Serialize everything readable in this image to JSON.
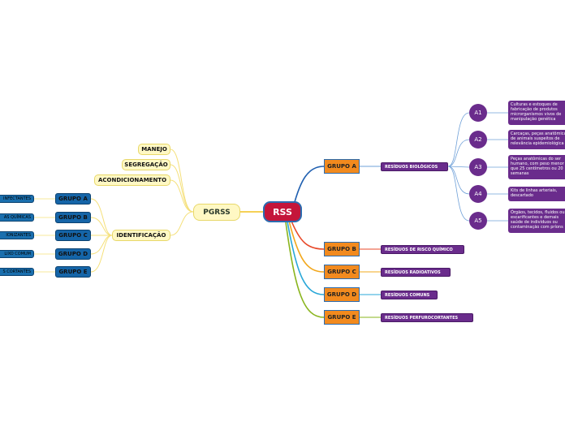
{
  "root": "RSS",
  "pgrss": "PGRSS",
  "left_branches": {
    "manejo": "MANEJO",
    "segregacao": "SEGREGAÇÃO",
    "acondicionamento": "ACONDICIONAMENTO",
    "identificacao": "IDENTIFICAÇÃO"
  },
  "left_groups": [
    "GRUPO A",
    "GRUPO B",
    "GRUPO C",
    "GRUPO D",
    "GRUPO E"
  ],
  "left_leaves": [
    "INFECTANTES",
    "AS QUÍMICAS",
    "IONIZANTES",
    "LIXO COMUM",
    "S CORTANTES"
  ],
  "right_groups": [
    {
      "label": "GRUPO A",
      "desc": "RESÍDUOS BIOLÓGICOS"
    },
    {
      "label": "GRUPO B",
      "desc": "RESÍDUOS DE RISCO QUÍMICO"
    },
    {
      "label": "GRUPO C",
      "desc": "RESÍDUOS RADIOATIVOS"
    },
    {
      "label": "GRUPO D",
      "desc": "RESÍDUOS COMUNS"
    },
    {
      "label": "GRUPO E",
      "desc": "RESÍDUOS PERFUROCORTANTES"
    }
  ],
  "subgroups": [
    {
      "label": "A1",
      "text": "Culturas e estoques de fabricação de produtos microrganismos vivos de manipulação genética"
    },
    {
      "label": "A2",
      "text": "Carcaças, peças anatômicas de animais suspeitos de relevância epidemiológica"
    },
    {
      "label": "A3",
      "text": "Peças anatômicas do ser humano, com peso menor que 25 centímetros ou 20 semanas"
    },
    {
      "label": "A4",
      "text": "Kits de linhas arteriais, descartado"
    },
    {
      "label": "A5",
      "text": "Órgãos, tecidos, fluidos ou escarificantes e demais saúde de indivíduos ou contaminação com príons"
    }
  ],
  "colors": {
    "root": "#c4163a",
    "orange_group": "#f28a1e",
    "purple": "#6a2c8c",
    "blue_group": "#1565a8",
    "yellow": "#fff8c4",
    "edge_a": "#1f5fb0",
    "edge_b": "#e8492a",
    "edge_c": "#f2a81e",
    "edge_d": "#29a7d8",
    "edge_e": "#8ab51e"
  }
}
